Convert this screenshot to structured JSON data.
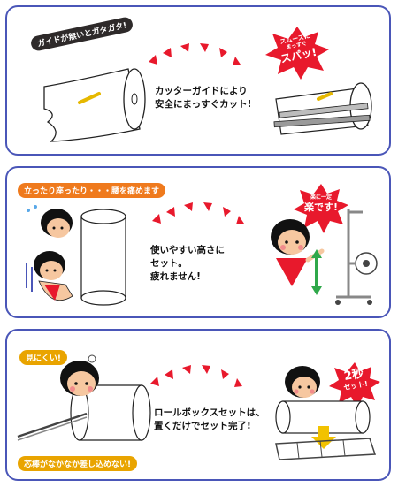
{
  "panels": [
    {
      "tag": "ガイドが無いとガタガタ!",
      "caption_line1": "カッターガイドにより",
      "caption_line2": "安全にまっすぐカット!",
      "burst_line1": "スムーズに",
      "burst_line2": "まっすぐ",
      "burst_line3": "スパッ!"
    },
    {
      "tag": "立ったり座ったり・・・腰を痛めます",
      "caption_line1": "使いやすい高さに",
      "caption_line2": "セット。",
      "caption_line3": "疲れません!",
      "burst_line1": "楽に一定",
      "burst_line2": "楽です!"
    },
    {
      "tag_top": "見にくい!",
      "tag_bottom": "芯棒がなかなか差し込めない!",
      "caption_line1": "ロールボックスセットは、",
      "caption_line2": "置くだけでセット完了!",
      "burst_line1": "2秒",
      "burst_line2": "セット!"
    }
  ],
  "colors": {
    "border": "#4a56b8",
    "arrow": "#e8192c",
    "burst": "#e8192c",
    "tag_dark": "#2e2a2a",
    "tag_orange": "#ef7a1d",
    "tag_gold": "#e9a400"
  }
}
